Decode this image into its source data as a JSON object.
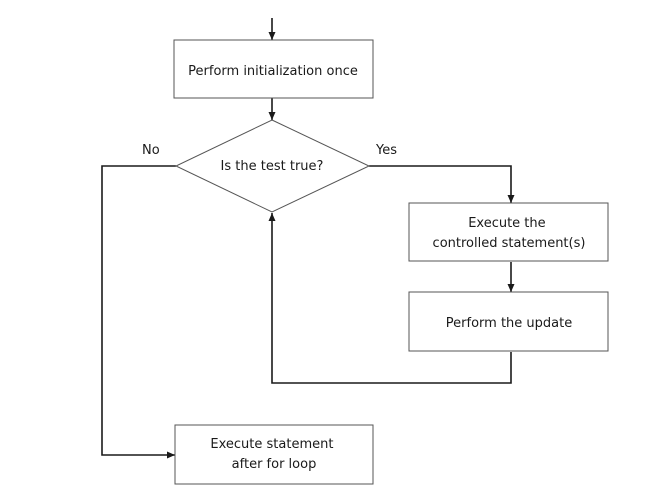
{
  "diagram": {
    "type": "flowchart",
    "nodes": {
      "init": {
        "lines": [
          "Perform initialization once"
        ]
      },
      "test": {
        "lines": [
          "Is the test true?"
        ]
      },
      "body": {
        "lines": [
          "Execute the",
          "controlled statement(s)"
        ]
      },
      "update": {
        "lines": [
          "Perform the update"
        ]
      },
      "after": {
        "lines": [
          "Execute statement",
          "after for loop"
        ]
      }
    },
    "branches": {
      "yes": "Yes",
      "no": "No"
    },
    "colors": {
      "line": "#1a1a1a",
      "box_border": "#555555",
      "background": "#ffffff"
    }
  }
}
